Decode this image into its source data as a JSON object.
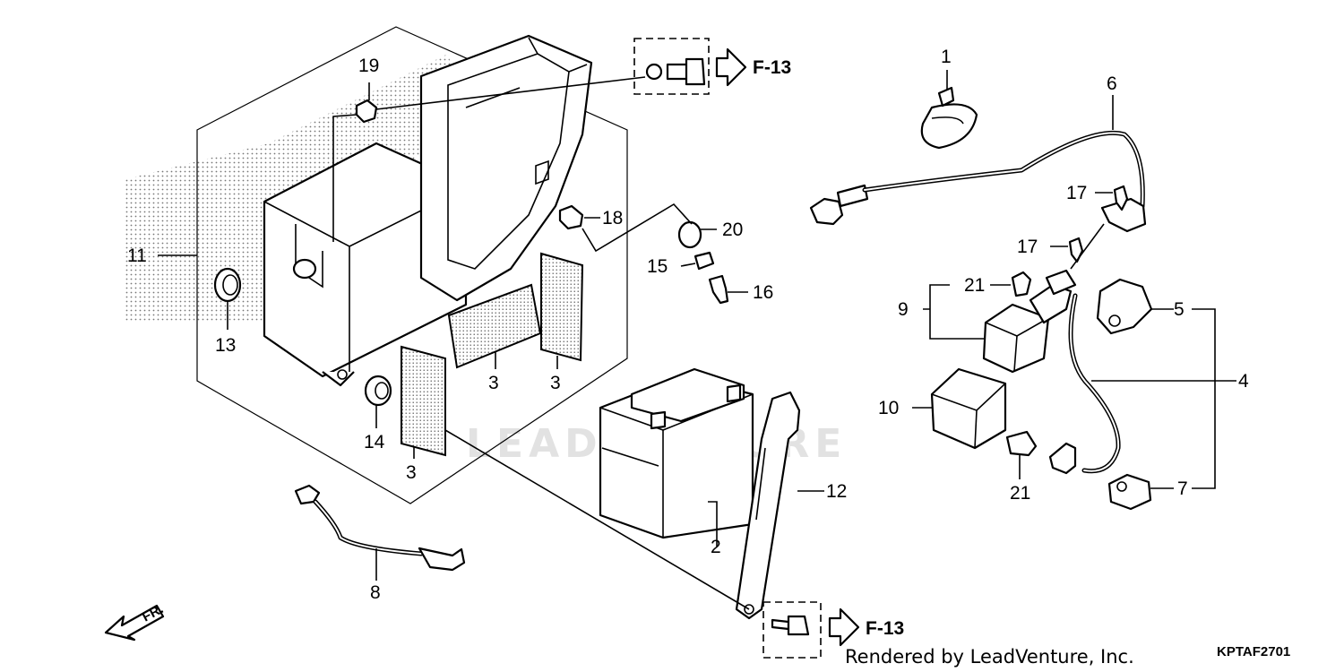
{
  "diagram": {
    "callouts": {
      "p1": "1",
      "p2": "2",
      "p3a": "3",
      "p3b": "3",
      "p3c": "3",
      "p4": "4",
      "p5": "5",
      "p6": "6",
      "p7": "7",
      "p8": "8",
      "p9": "9",
      "p10": "10",
      "p11": "11",
      "p12": "12",
      "p13": "13",
      "p14": "14",
      "p15": "15",
      "p16": "16",
      "p17a": "17",
      "p17b": "17",
      "p18": "18",
      "p19": "19",
      "p20": "20",
      "p21a": "21",
      "p21b": "21"
    },
    "refs": {
      "top": "F-13",
      "bottom": "F-13"
    },
    "front_label": "FR.",
    "watermark": "LEADVENTURE",
    "credit": "Rendered by LeadVenture, Inc.",
    "drawing_code": "KPTAF2701"
  }
}
